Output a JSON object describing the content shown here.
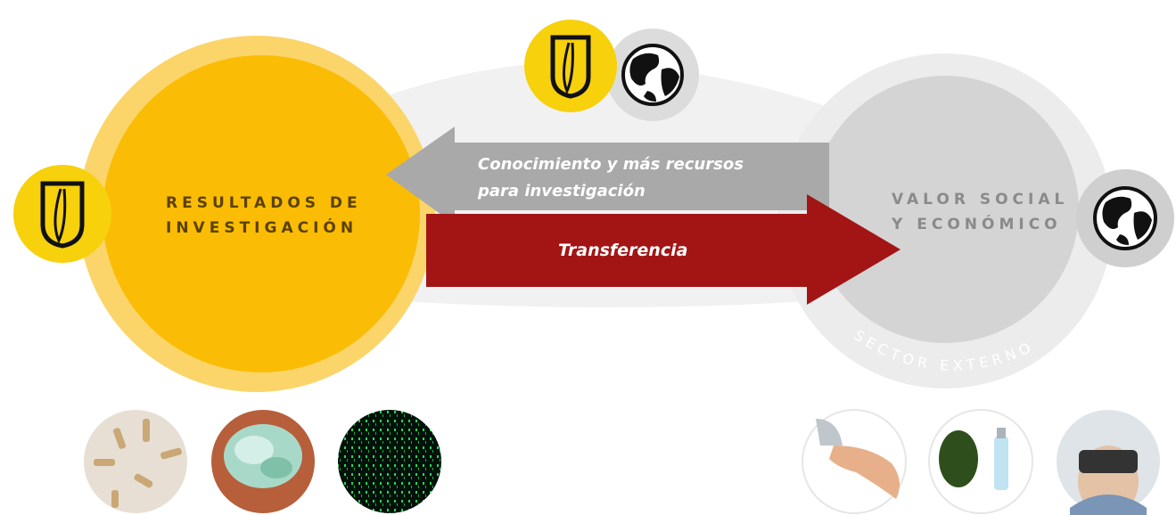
{
  "left_circle": {
    "line1": "RESULTADOS DE",
    "line2": "INVESTIGACIÓN",
    "color": "#fbbc05",
    "ring_color": "#fbd56a"
  },
  "right_circle": {
    "line1": "VALOR SOCIAL",
    "line2": "Y ECONÓMICO",
    "arc_label": "SECTOR EXTERNO",
    "color": "#d4d4d4",
    "ring_color": "#ececec"
  },
  "arrow_back": {
    "line1": "Conocimiento y más recursos",
    "line2": "para investigación",
    "color": "#a9a9a9"
  },
  "arrow_forward": {
    "label": "Transferencia",
    "color": "#a31515"
  },
  "icons": {
    "university": "university-shield-icon",
    "globe": "globe-icon"
  },
  "thumbnails_left": [
    "wooden-pegs-photo",
    "glass-fragments-photo",
    "binary-code-photo"
  ],
  "thumbnails_right": [
    "wearable-device-photo",
    "avocado-spray-photo",
    "vr-headset-photo"
  ]
}
